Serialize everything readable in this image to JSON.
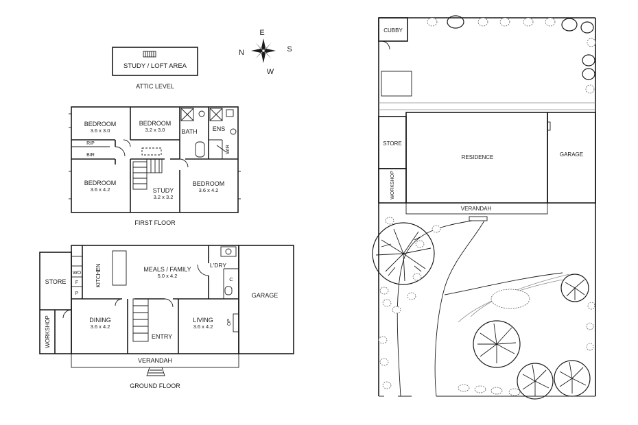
{
  "attic": {
    "room": "STUDY / LOFT AREA",
    "level": "ATTIC LEVEL"
  },
  "compass": {
    "n": "N",
    "e": "E",
    "s": "S",
    "w": "W"
  },
  "first_floor": {
    "title": "FIRST FLOOR",
    "bed1_name": "BEDROOM",
    "bed1_dim": "3.6 x 3.0",
    "bed2_name": "BEDROOM",
    "bed2_dim": "3.2 x 3.0",
    "bath": "BATH",
    "ens": "ENS",
    "wir": "WIR",
    "rip": "RIP",
    "bir": "BIR",
    "bed3_name": "BEDROOM",
    "bed3_dim": "3.6 x 4.2",
    "study_name": "STUDY",
    "study_dim": "3.2 x 3.2",
    "bed4_name": "BEDROOM",
    "bed4_dim": "3.6 x 4.2"
  },
  "ground_floor": {
    "title": "GROUND FLOOR",
    "store": "STORE",
    "workshop": "WORKSHOP",
    "wo": "WO",
    "f": "F",
    "p": "P",
    "kitchen": "KITCHEN",
    "meals_name": "MEALS / FAMILY",
    "meals_dim": "5.0 x 4.2",
    "ldry": "L'DRY",
    "c": "C",
    "garage": "GARAGE",
    "dining_name": "DINING",
    "dining_dim": "3.6 x 4.2",
    "entry": "ENTRY",
    "living_name": "LIVING",
    "living_dim": "3.6 x 4.2",
    "op": "OP",
    "verandah": "VERANDAH"
  },
  "site": {
    "cubby": "CUBBY",
    "store": "STORE",
    "workshop": "WORKSHOP",
    "residence": "RESIDENCE",
    "garage": "GARAGE",
    "verandah": "VERANDAH"
  }
}
